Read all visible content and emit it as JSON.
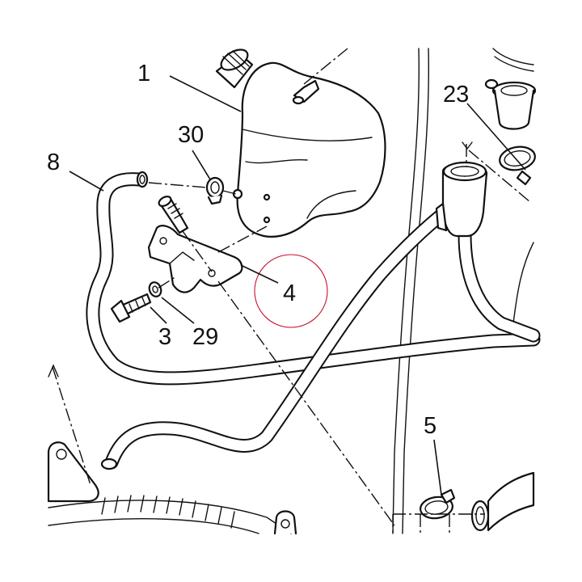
{
  "diagram": {
    "callouts": {
      "tank": "1",
      "hose_8": "8",
      "clip_30": "30",
      "bracket": "4",
      "bolt": "3",
      "washer": "29",
      "clamp_23": "23",
      "clamp_5": "5"
    },
    "colors": {
      "line": "#111111",
      "background": "#ffffff",
      "highlight": "#c8102e"
    }
  }
}
